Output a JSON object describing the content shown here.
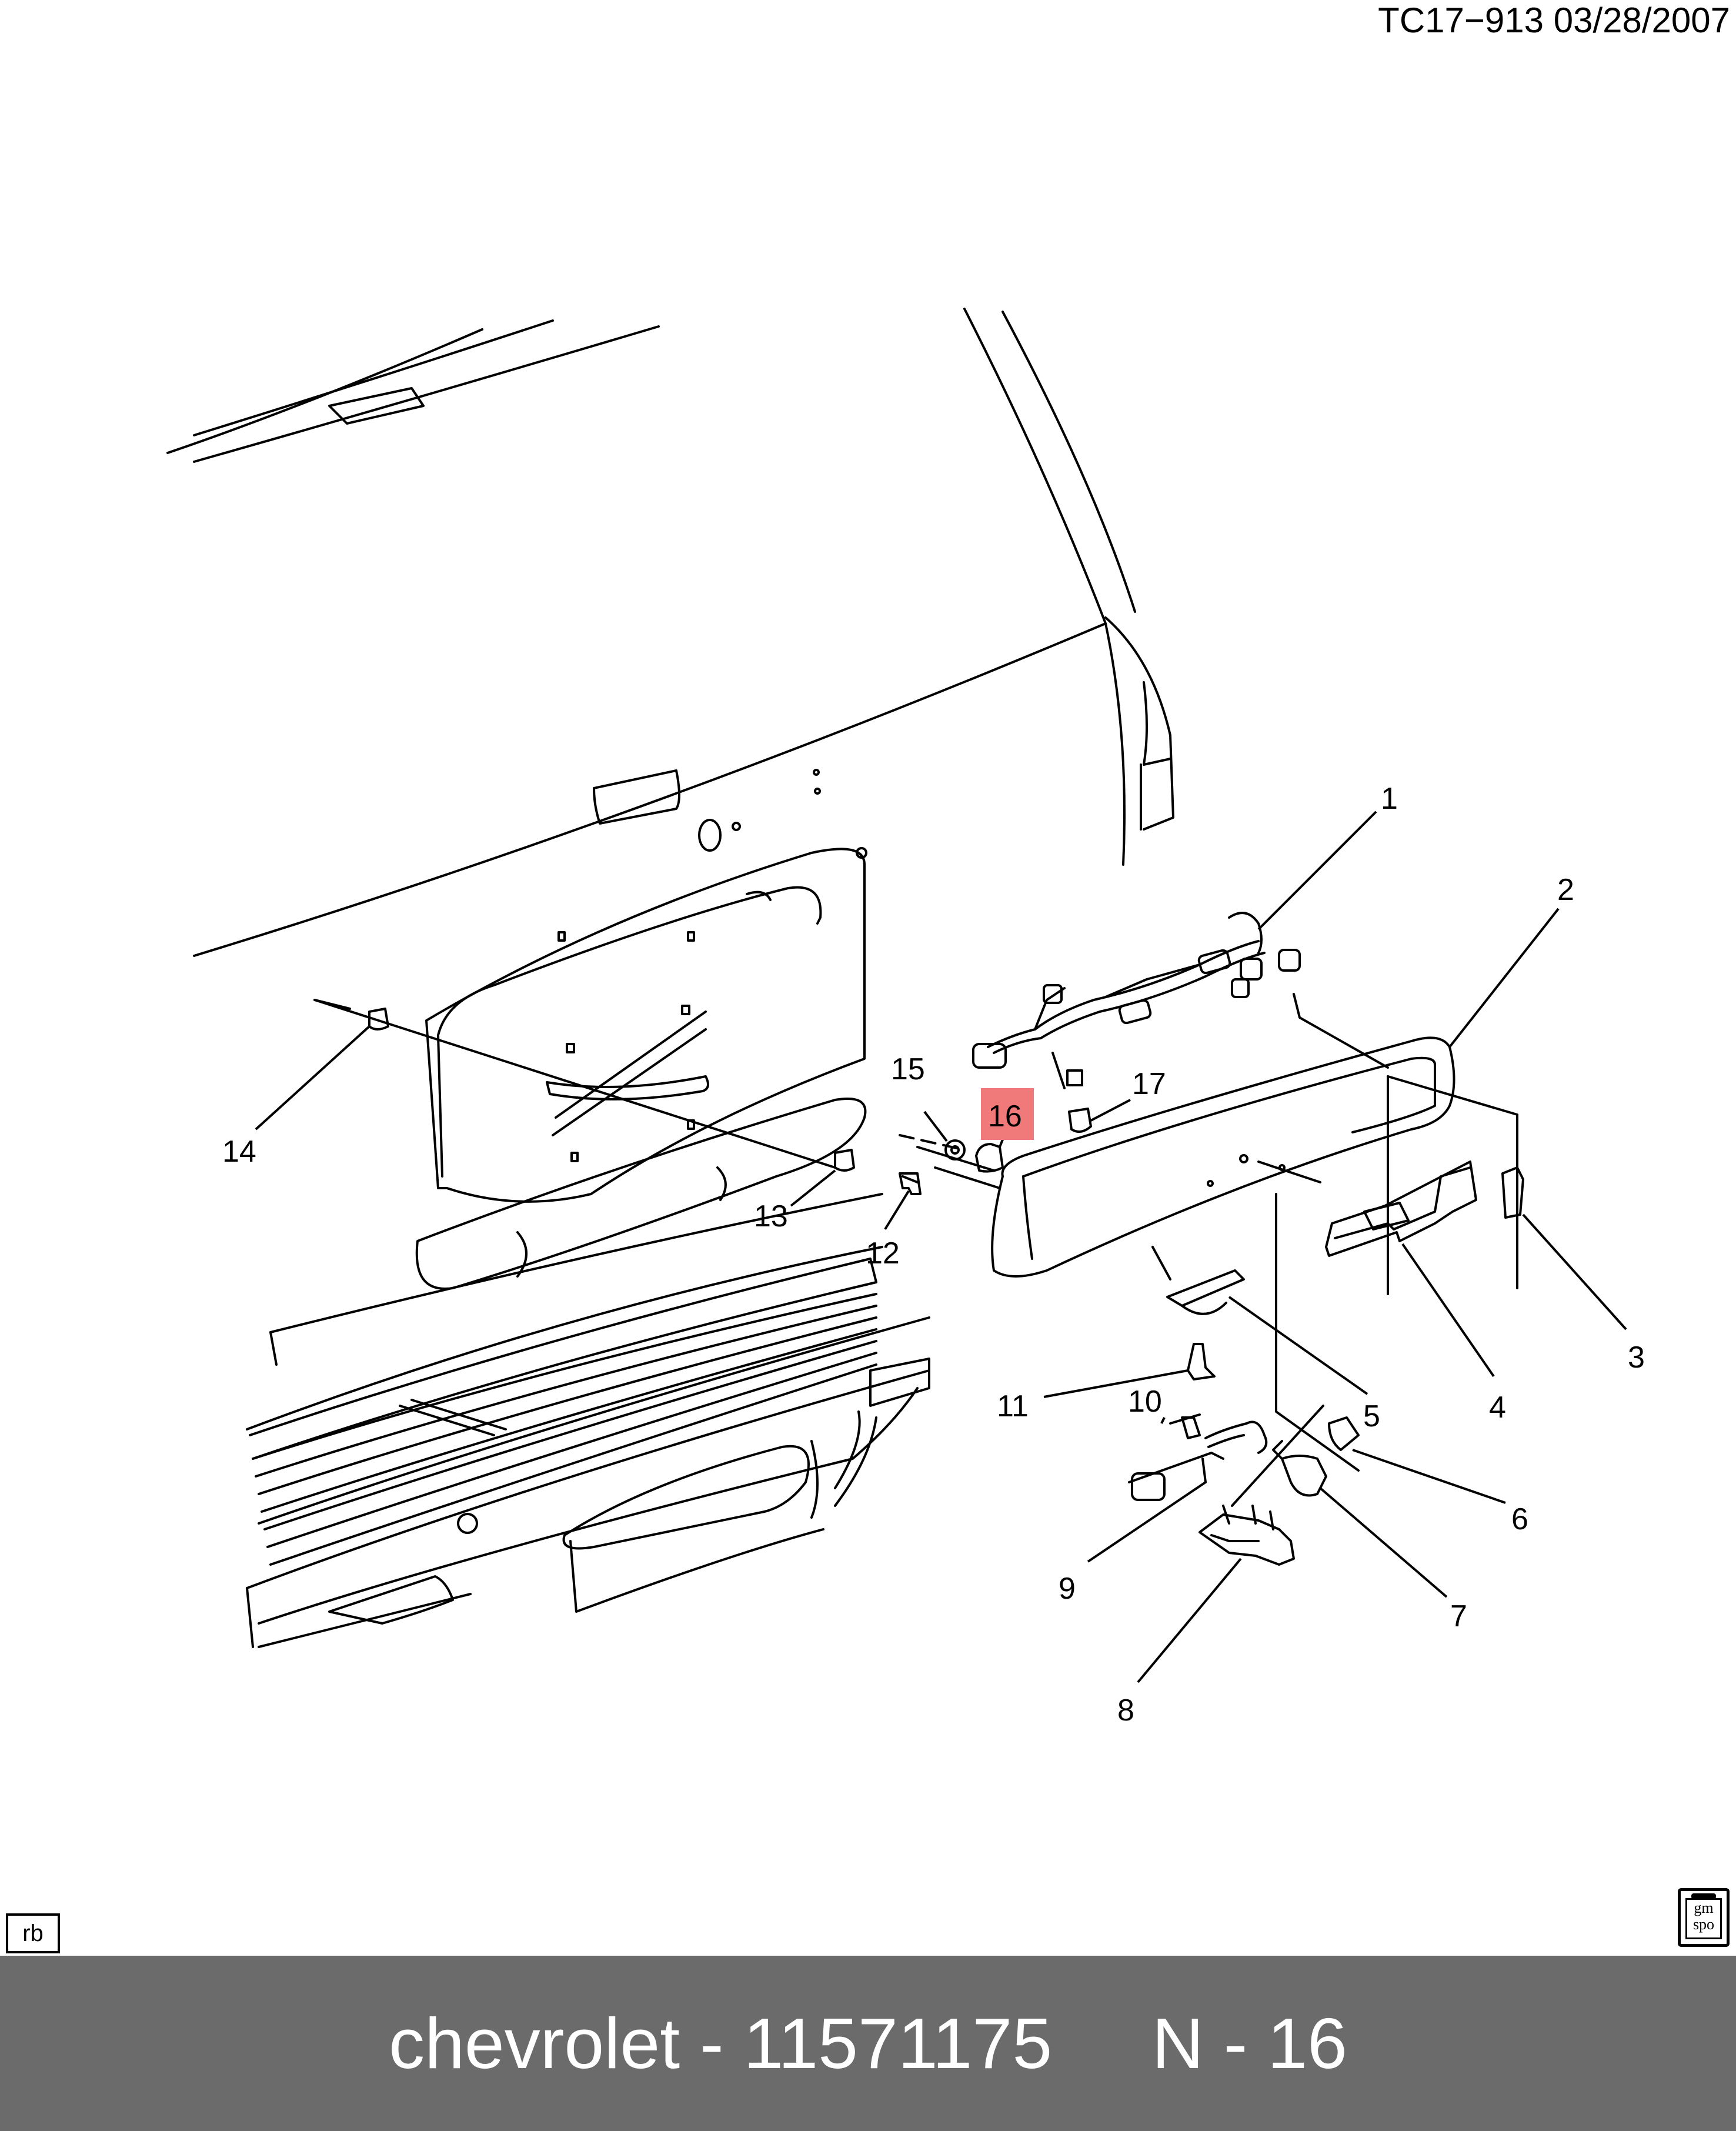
{
  "header": {
    "code": "TC17−913  03/28/2007"
  },
  "corner_tag": "rb",
  "logo": {
    "line1": "gm",
    "line2": "spo"
  },
  "callouts": [
    "1",
    "2",
    "3",
    "4",
    "5",
    "6",
    "7",
    "8",
    "9",
    "10",
    "11",
    "12",
    "13",
    "14",
    "15",
    "16",
    "17"
  ],
  "highlighted_callout": "16",
  "footer": {
    "text": "chevrolet - 11571175     N - 16"
  }
}
